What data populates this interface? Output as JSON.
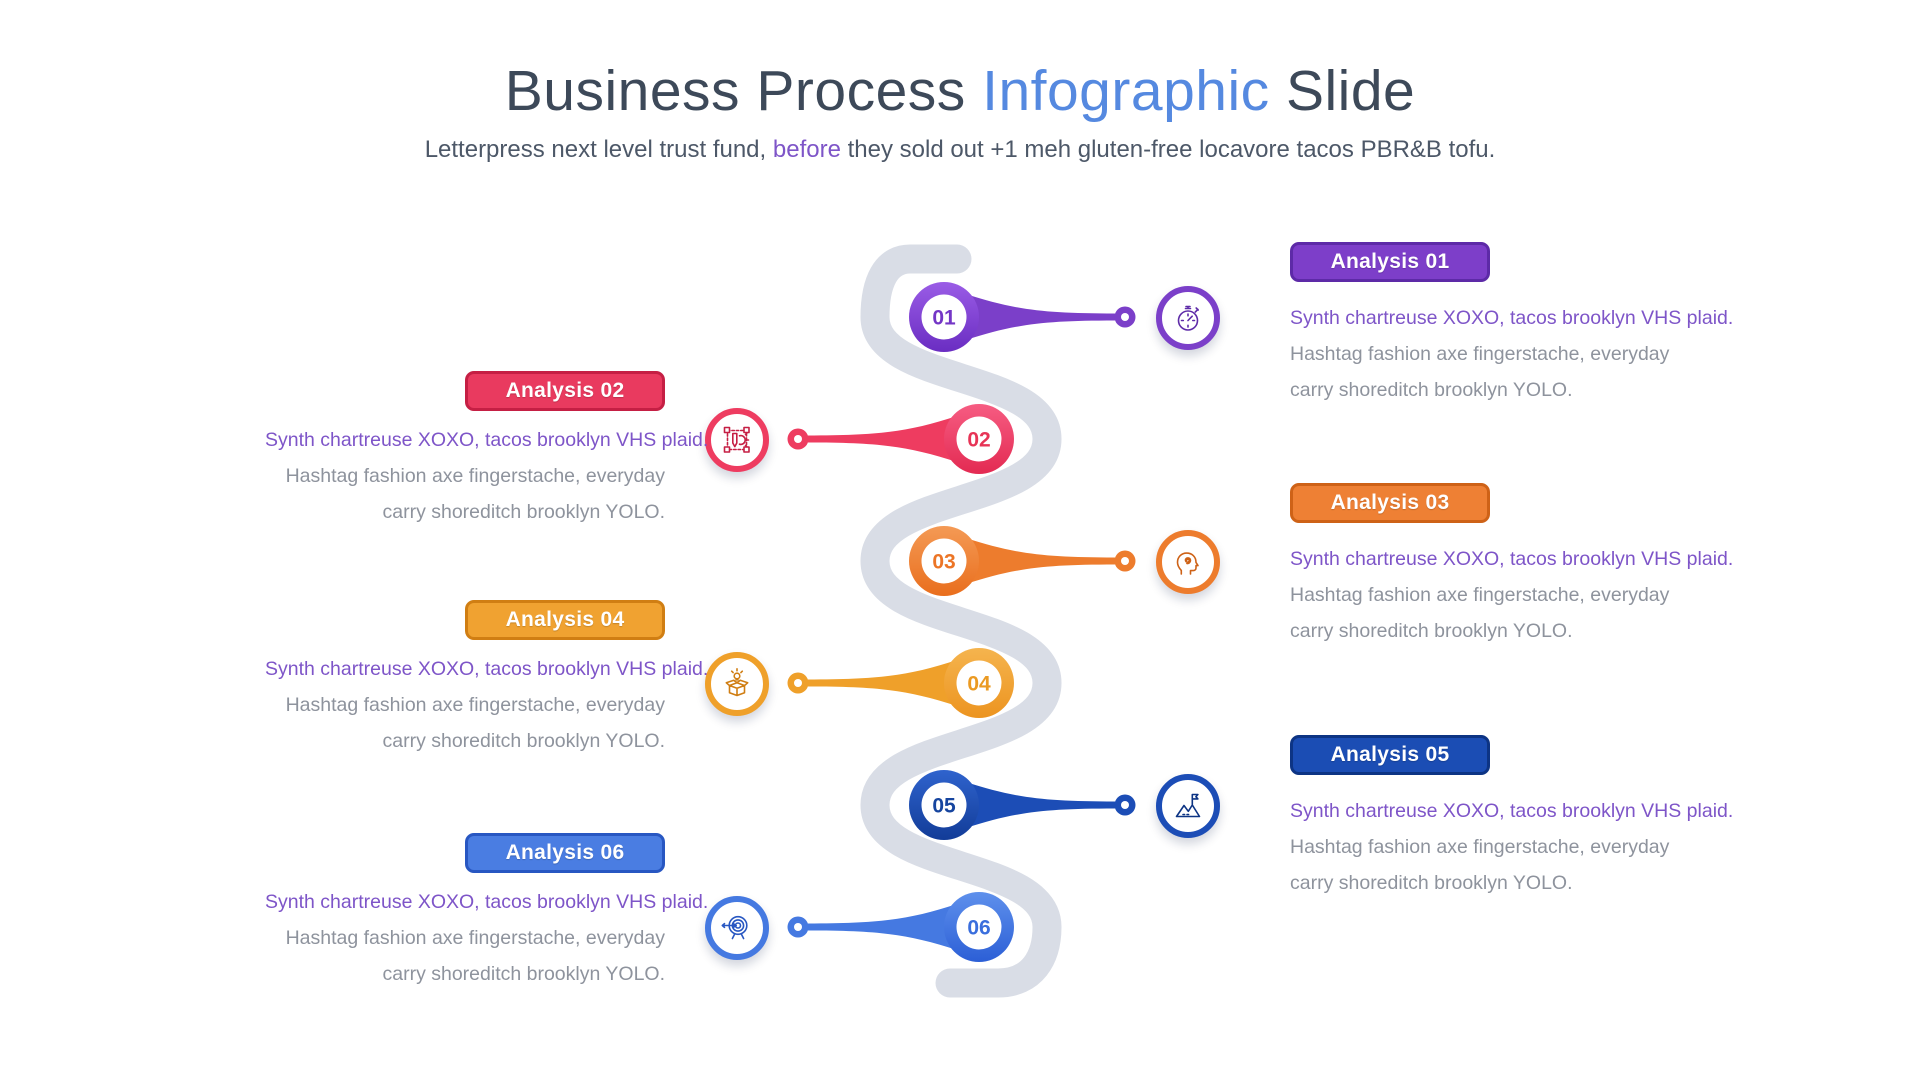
{
  "slide": {
    "title": {
      "part1": "Business Process ",
      "highlight": "Infographic",
      "part2": " Slide"
    },
    "subtitle": {
      "part1": "Letterpress next level trust fund, ",
      "highlight": "before",
      "part2": " they sold out +1 meh gluten-free locavore tacos PBR&B tofu."
    }
  },
  "items": [
    {
      "number": "01",
      "badge": "Analysis 01",
      "side": "right",
      "icon": "stopwatch-icon",
      "lead": "Synth chartreuse XOXO, tacos brooklyn VHS plaid.",
      "desc1": "Hashtag fashion axe fingerstache, everyday",
      "desc2": "carry shoreditch brooklyn YOLO.",
      "colors": {
        "badge": "#7d3ec9",
        "border": "#5d2aa7",
        "gradient_light": "#9a5ce6",
        "gradient_dark": "#6a2dc2"
      }
    },
    {
      "number": "02",
      "badge": "Analysis 02",
      "side": "left",
      "icon": "vector-design-icon",
      "lead": "Synth chartreuse XOXO, tacos brooklyn VHS plaid.",
      "desc1": "Hashtag fashion axe fingerstache, everyday",
      "desc2": "carry shoreditch brooklyn YOLO.",
      "colors": {
        "badge": "#e93a5f",
        "border": "#c51f44",
        "gradient_light": "#f65c82",
        "gradient_dark": "#e32a52"
      }
    },
    {
      "number": "03",
      "badge": "Analysis 03",
      "side": "right",
      "icon": "creative-mind-icon",
      "lead": "Synth chartreuse XOXO, tacos brooklyn VHS plaid.",
      "desc1": "Hashtag fashion axe fingerstache, everyday",
      "desc2": "carry shoreditch brooklyn YOLO.",
      "colors": {
        "badge": "#ee8034",
        "border": "#ce6217",
        "gradient_light": "#f49a55",
        "gradient_dark": "#e96e1d"
      }
    },
    {
      "number": "04",
      "badge": "Analysis 04",
      "side": "left",
      "icon": "idea-box-icon",
      "lead": "Synth chartreuse XOXO, tacos brooklyn VHS plaid.",
      "desc1": "Hashtag fashion axe fingerstache, everyday",
      "desc2": "carry shoreditch brooklyn YOLO.",
      "colors": {
        "badge": "#f0a231",
        "border": "#d07e13",
        "gradient_light": "#f5b44e",
        "gradient_dark": "#ec9420"
      }
    },
    {
      "number": "05",
      "badge": "Analysis 05",
      "side": "right",
      "icon": "mountain-flag-icon",
      "lead": "Synth chartreuse XOXO, tacos brooklyn VHS plaid.",
      "desc1": "Hashtag fashion axe fingerstache, everyday",
      "desc2": "carry shoreditch brooklyn YOLO.",
      "colors": {
        "badge": "#1b4db4",
        "border": "#0d3484",
        "gradient_light": "#2f63cd",
        "gradient_dark": "#123c98"
      }
    },
    {
      "number": "06",
      "badge": "Analysis 06",
      "side": "left",
      "icon": "target-icon",
      "lead": "Synth chartreuse XOXO, tacos brooklyn VHS plaid.",
      "desc1": "Hashtag fashion axe fingerstache, everyday",
      "desc2": "carry shoreditch brooklyn YOLO.",
      "colors": {
        "badge": "#4a7de2",
        "border": "#2857c2",
        "gradient_light": "#5e90ec",
        "gradient_dark": "#2c5fd6"
      }
    }
  ],
  "path_color": "#d9dde6",
  "title_colors": {
    "text": "#3d4959",
    "highlight": "#5589e0"
  },
  "text_colors": {
    "lead": "#7e55c8",
    "body": "#8e939d",
    "subtitle": "#4d5868"
  }
}
